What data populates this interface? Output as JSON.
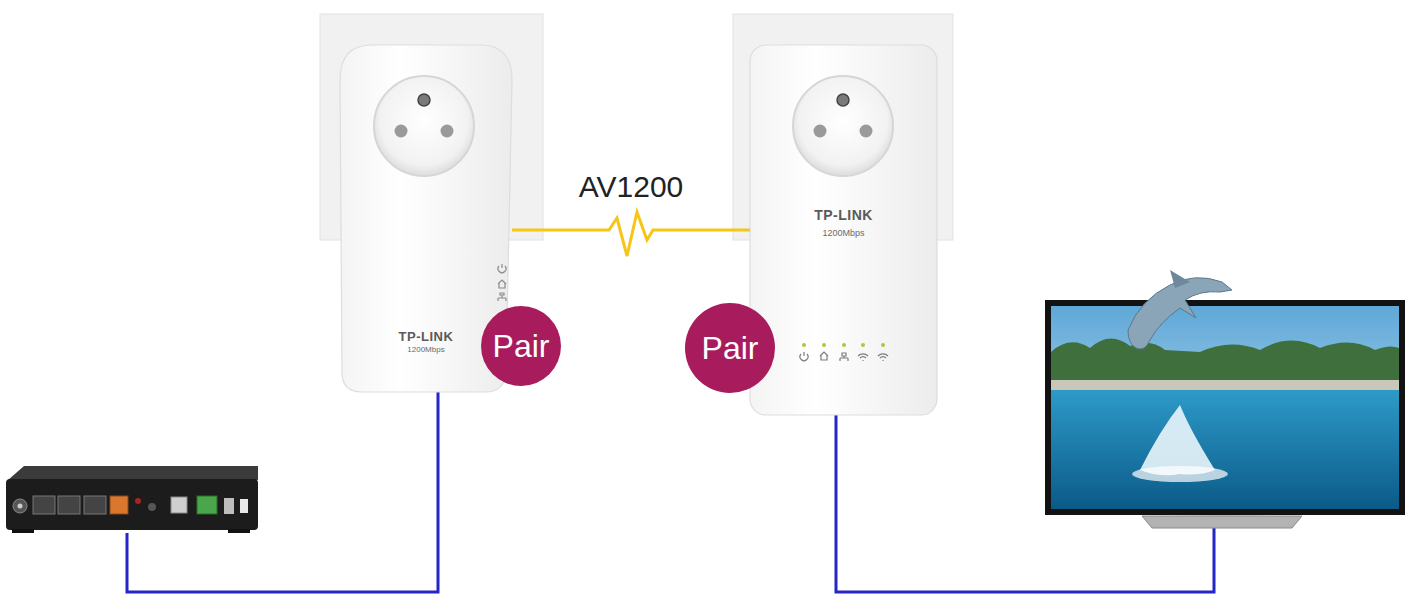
{
  "diagram": {
    "nodes": [
      {
        "text": [
          "TP-LINK",
          "1200Mbps"
        ]
      },
      {
        "text": [
          "Pair"
        ]
      },
      {
        "text": [
          "Pair"
        ]
      },
      {
        "text": [
          "TP-LINK",
          "1200Mbps"
        ]
      }
    ],
    "edges": [
      {
        "from": 0,
        "to": 3,
        "arrow": "none",
        "label": "AV1200"
      }
    ]
  }
}
